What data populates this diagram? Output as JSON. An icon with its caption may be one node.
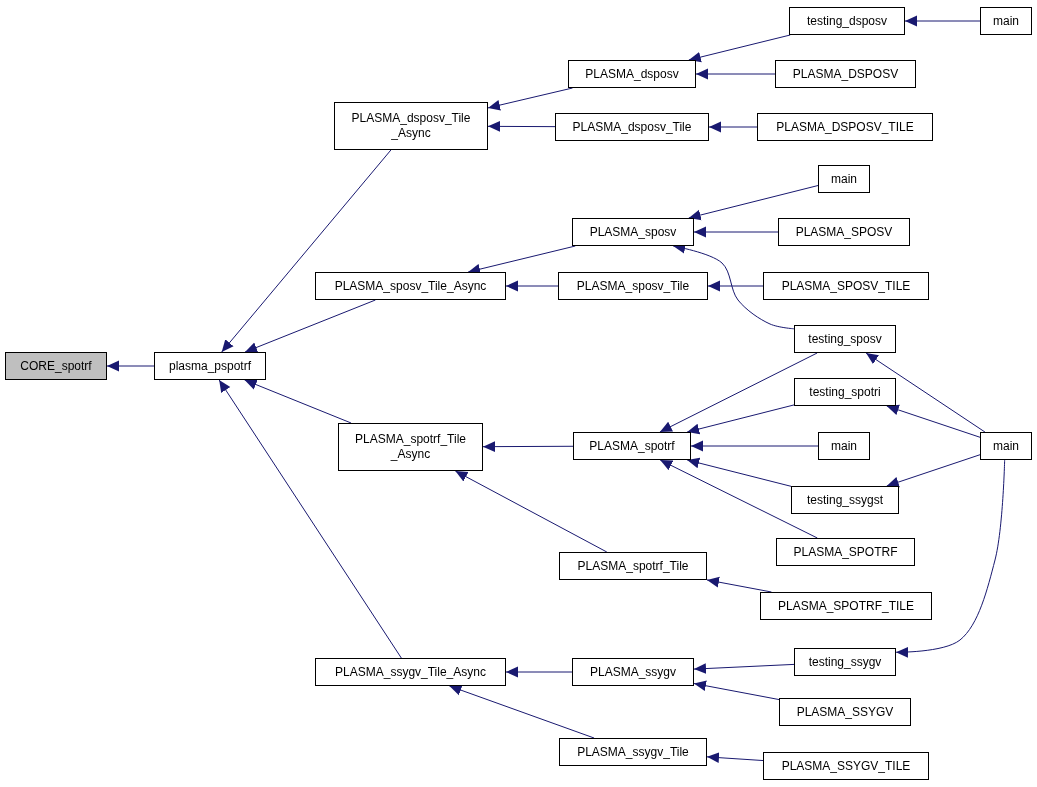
{
  "diagram": {
    "nodes": [
      {
        "text": [
          "CORE_spotrf"
        ]
      },
      {
        "text": [
          "plasma_pspotrf"
        ]
      },
      {
        "text": [
          "PLASMA_dsposv_Tile _Async"
        ]
      },
      {
        "text": [
          "PLASMA_sposv_Tile_Async"
        ]
      },
      {
        "text": [
          "PLASMA_spotrf_Tile _Async"
        ]
      },
      {
        "text": [
          "PLASMA_ssygv_Tile_Async"
        ]
      },
      {
        "text": [
          "PLASMA_dsposv"
        ]
      },
      {
        "text": [
          "PLASMA_dsposv_Tile"
        ]
      },
      {
        "text": [
          "testing_dsposv"
        ]
      },
      {
        "text": [
          "main"
        ]
      },
      {
        "text": [
          "PLASMA_DSPOSV"
        ]
      },
      {
        "text": [
          "PLASMA_DSPOSV_TILE"
        ]
      },
      {
        "text": [
          "PLASMA_sposv"
        ]
      },
      {
        "text": [
          "PLASMA_sposv_Tile"
        ]
      },
      {
        "text": [
          "main"
        ]
      },
      {
        "text": [
          "PLASMA_SPOSV"
        ]
      },
      {
        "text": [
          "PLASMA_SPOSV_TILE"
        ]
      },
      {
        "text": [
          "testing_sposv"
        ]
      },
      {
        "text": [
          "PLASMA_spotrf"
        ]
      },
      {
        "text": [
          "testing_spotri"
        ]
      },
      {
        "text": [
          "main"
        ]
      },
      {
        "text": [
          "testing_ssygst"
        ]
      },
      {
        "text": [
          "PLASMA_SPOTRF"
        ]
      },
      {
        "text": [
          "main"
        ]
      },
      {
        "text": [
          "PLASMA_spotrf_Tile"
        ]
      },
      {
        "text": [
          "PLASMA_SPOTRF_TILE"
        ]
      },
      {
        "text": [
          "PLASMA_ssygv"
        ]
      },
      {
        "text": [
          "testing_ssygv"
        ]
      },
      {
        "text": [
          "PLASMA_SSYGV"
        ]
      },
      {
        "text": [
          "PLASMA_ssygv_Tile"
        ]
      },
      {
        "text": [
          "PLASMA_SSYGV_TILE"
        ]
      }
    ],
    "edges": [
      {
        "from": 1,
        "to": 0,
        "arrow": "to"
      },
      {
        "from": 2,
        "to": 1,
        "arrow": "to"
      },
      {
        "from": 3,
        "to": 1,
        "arrow": "to"
      },
      {
        "from": 4,
        "to": 1,
        "arrow": "to"
      },
      {
        "from": 5,
        "to": 1,
        "arrow": "to"
      },
      {
        "from": 6,
        "to": 2,
        "arrow": "to"
      },
      {
        "from": 7,
        "to": 2,
        "arrow": "to"
      },
      {
        "from": 8,
        "to": 6,
        "arrow": "to"
      },
      {
        "from": 10,
        "to": 6,
        "arrow": "to"
      },
      {
        "from": 9,
        "to": 8,
        "arrow": "to"
      },
      {
        "from": 11,
        "to": 7,
        "arrow": "to"
      },
      {
        "from": 12,
        "to": 3,
        "arrow": "to"
      },
      {
        "from": 13,
        "to": 3,
        "arrow": "to"
      },
      {
        "from": 14,
        "to": 12,
        "arrow": "to"
      },
      {
        "from": 15,
        "to": 12,
        "arrow": "to"
      },
      {
        "from": 17,
        "to": 12,
        "arrow": "to"
      },
      {
        "from": 16,
        "to": 13,
        "arrow": "to"
      },
      {
        "from": 18,
        "to": 4,
        "arrow": "to"
      },
      {
        "from": 24,
        "to": 4,
        "arrow": "to"
      },
      {
        "from": 17,
        "to": 18,
        "arrow": "to"
      },
      {
        "from": 19,
        "to": 18,
        "arrow": "to"
      },
      {
        "from": 20,
        "to": 18,
        "arrow": "to"
      },
      {
        "from": 21,
        "to": 18,
        "arrow": "to"
      },
      {
        "from": 22,
        "to": 18,
        "arrow": "to"
      },
      {
        "from": 23,
        "to": 17,
        "arrow": "to"
      },
      {
        "from": 23,
        "to": 19,
        "arrow": "to"
      },
      {
        "from": 23,
        "to": 21,
        "arrow": "to"
      },
      {
        "from": 23,
        "to": 27,
        "arrow": "to"
      },
      {
        "from": 25,
        "to": 24,
        "arrow": "to"
      },
      {
        "from": 26,
        "to": 5,
        "arrow": "to"
      },
      {
        "from": 29,
        "to": 5,
        "arrow": "to"
      },
      {
        "from": 27,
        "to": 26,
        "arrow": "to"
      },
      {
        "from": 28,
        "to": 26,
        "arrow": "to"
      },
      {
        "from": 30,
        "to": 29,
        "arrow": "to"
      }
    ]
  }
}
